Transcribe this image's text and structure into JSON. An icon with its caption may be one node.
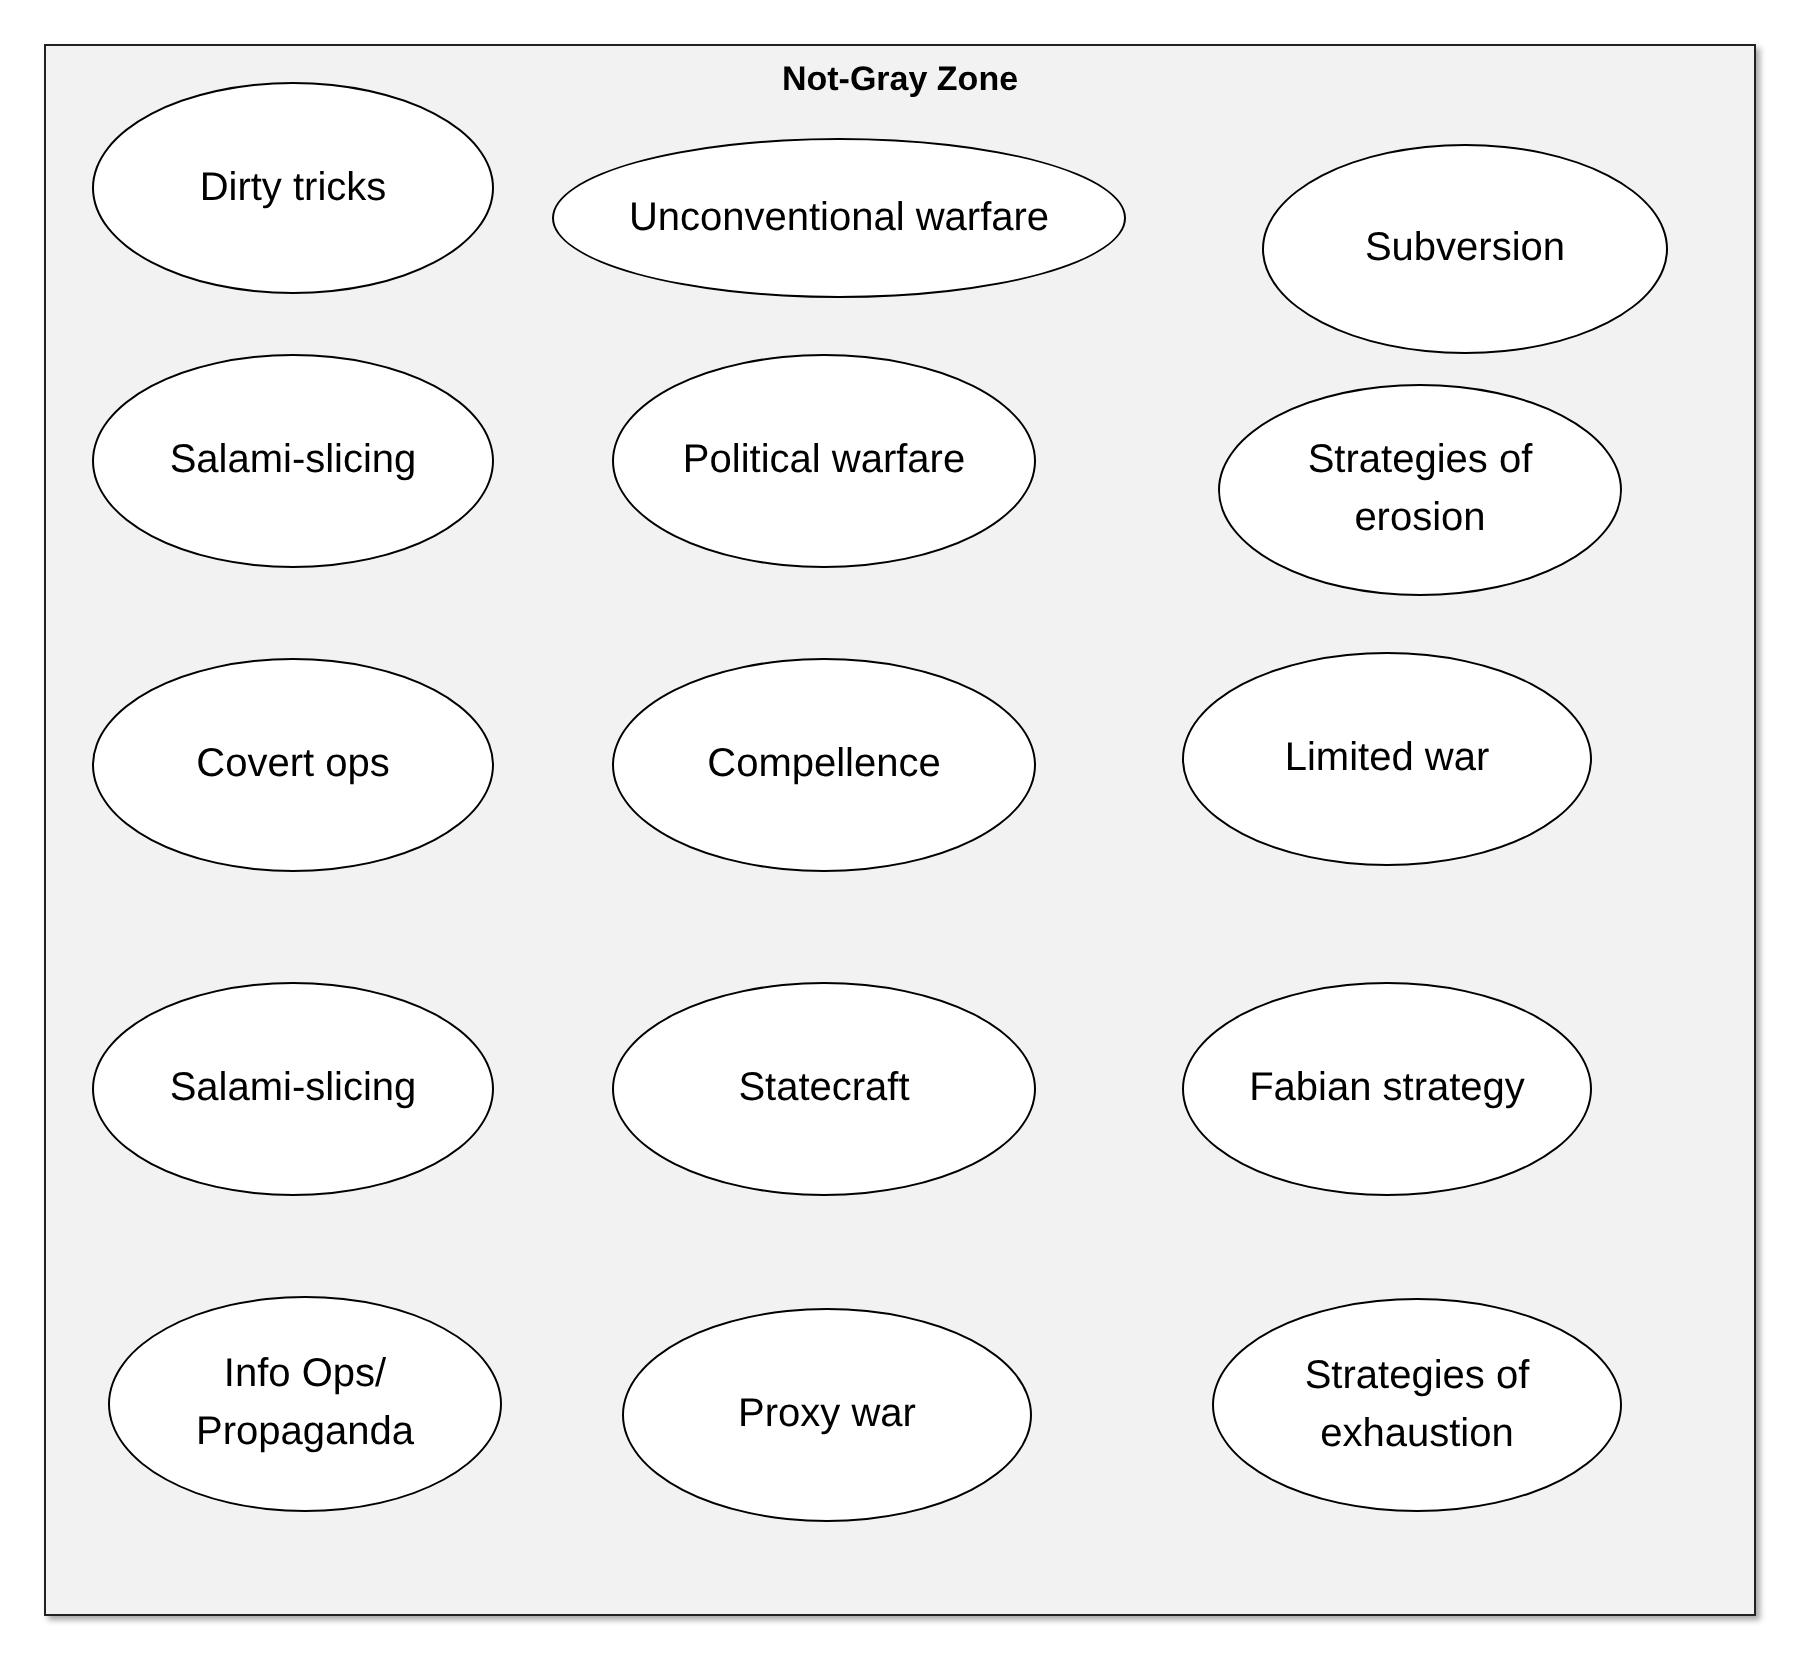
{
  "diagram": {
    "nodes": [
      {
        "text": [
          "Not-Gray Zone"
        ]
      },
      {
        "text": [
          "Dirty tricks"
        ],
        "in": 0
      },
      {
        "text": [
          "Unconventional warfare"
        ],
        "in": 0
      },
      {
        "text": [
          "Subversion"
        ],
        "in": 0
      },
      {
        "text": [
          "Salami-slicing"
        ],
        "in": 0
      },
      {
        "text": [
          "Political warfare"
        ],
        "in": 0
      },
      {
        "text": [
          "Strategies of erosion"
        ],
        "in": 0
      },
      {
        "text": [
          "Covert ops"
        ],
        "in": 0
      },
      {
        "text": [
          "Compellence"
        ],
        "in": 0
      },
      {
        "text": [
          "Limited war"
        ],
        "in": 0
      },
      {
        "text": [
          "Salami-slicing"
        ],
        "in": 0
      },
      {
        "text": [
          "Statecraft"
        ],
        "in": 0
      },
      {
        "text": [
          "Fabian strategy"
        ],
        "in": 0
      },
      {
        "text": [
          "Info Ops/ Propaganda"
        ],
        "in": 0
      },
      {
        "text": [
          "Proxy war"
        ],
        "in": 0
      },
      {
        "text": [
          "Strategies of exhaustion"
        ],
        "in": 0
      }
    ]
  }
}
